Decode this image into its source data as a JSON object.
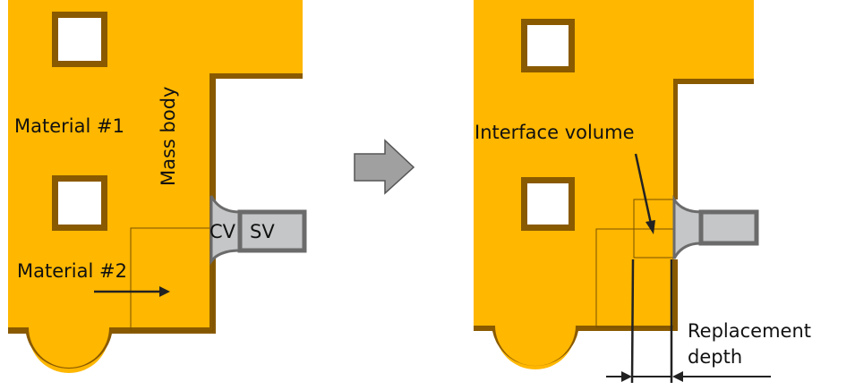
{
  "left_panel": {
    "material1": "Material #1",
    "material2": "Material #2",
    "mass_body": "Mass body",
    "cv": "CV",
    "sv": "SV"
  },
  "right_panel": {
    "interface_volume": "Interface volume",
    "replacement_line1": "Replacement",
    "replacement_line2": "depth"
  },
  "colors": {
    "body": "#FFB700",
    "edge": "#8A5A00",
    "channel": "#C4C6C7",
    "channel_edge": "#6B6B6B",
    "arrow": "#A0A0A0"
  }
}
